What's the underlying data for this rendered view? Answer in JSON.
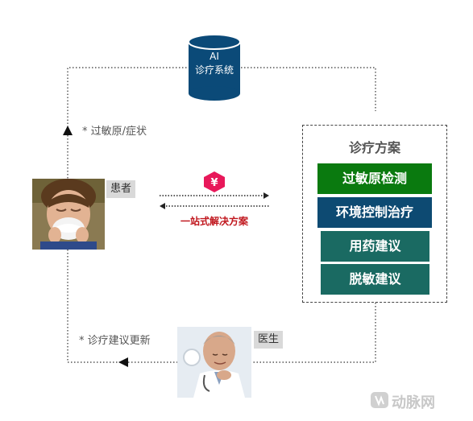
{
  "system": {
    "line1": "AI",
    "line2": "诊疗系统"
  },
  "notes": {
    "allergen": "*  过敏原/症状",
    "update": "* 诊疗建议更新"
  },
  "patient": {
    "label": "患者"
  },
  "doctor": {
    "label": "医生"
  },
  "solution": {
    "label": "一站式解决方案",
    "icon": "yuan-icon"
  },
  "plan": {
    "title": "诊疗方案",
    "items": [
      {
        "label": "过敏原检测",
        "color": "#0a7a0f"
      },
      {
        "label": "环境控制治疗",
        "color": "#0d4a72"
      },
      {
        "label": "用药建议",
        "color": "#1a6a62"
      },
      {
        "label": "脱敏建议",
        "color": "#1a6a62"
      }
    ]
  },
  "watermark": {
    "text": "动脉网"
  },
  "colors": {
    "database": "#0b4a78",
    "badge": "#e8185a",
    "accent_text": "#c0161d"
  }
}
